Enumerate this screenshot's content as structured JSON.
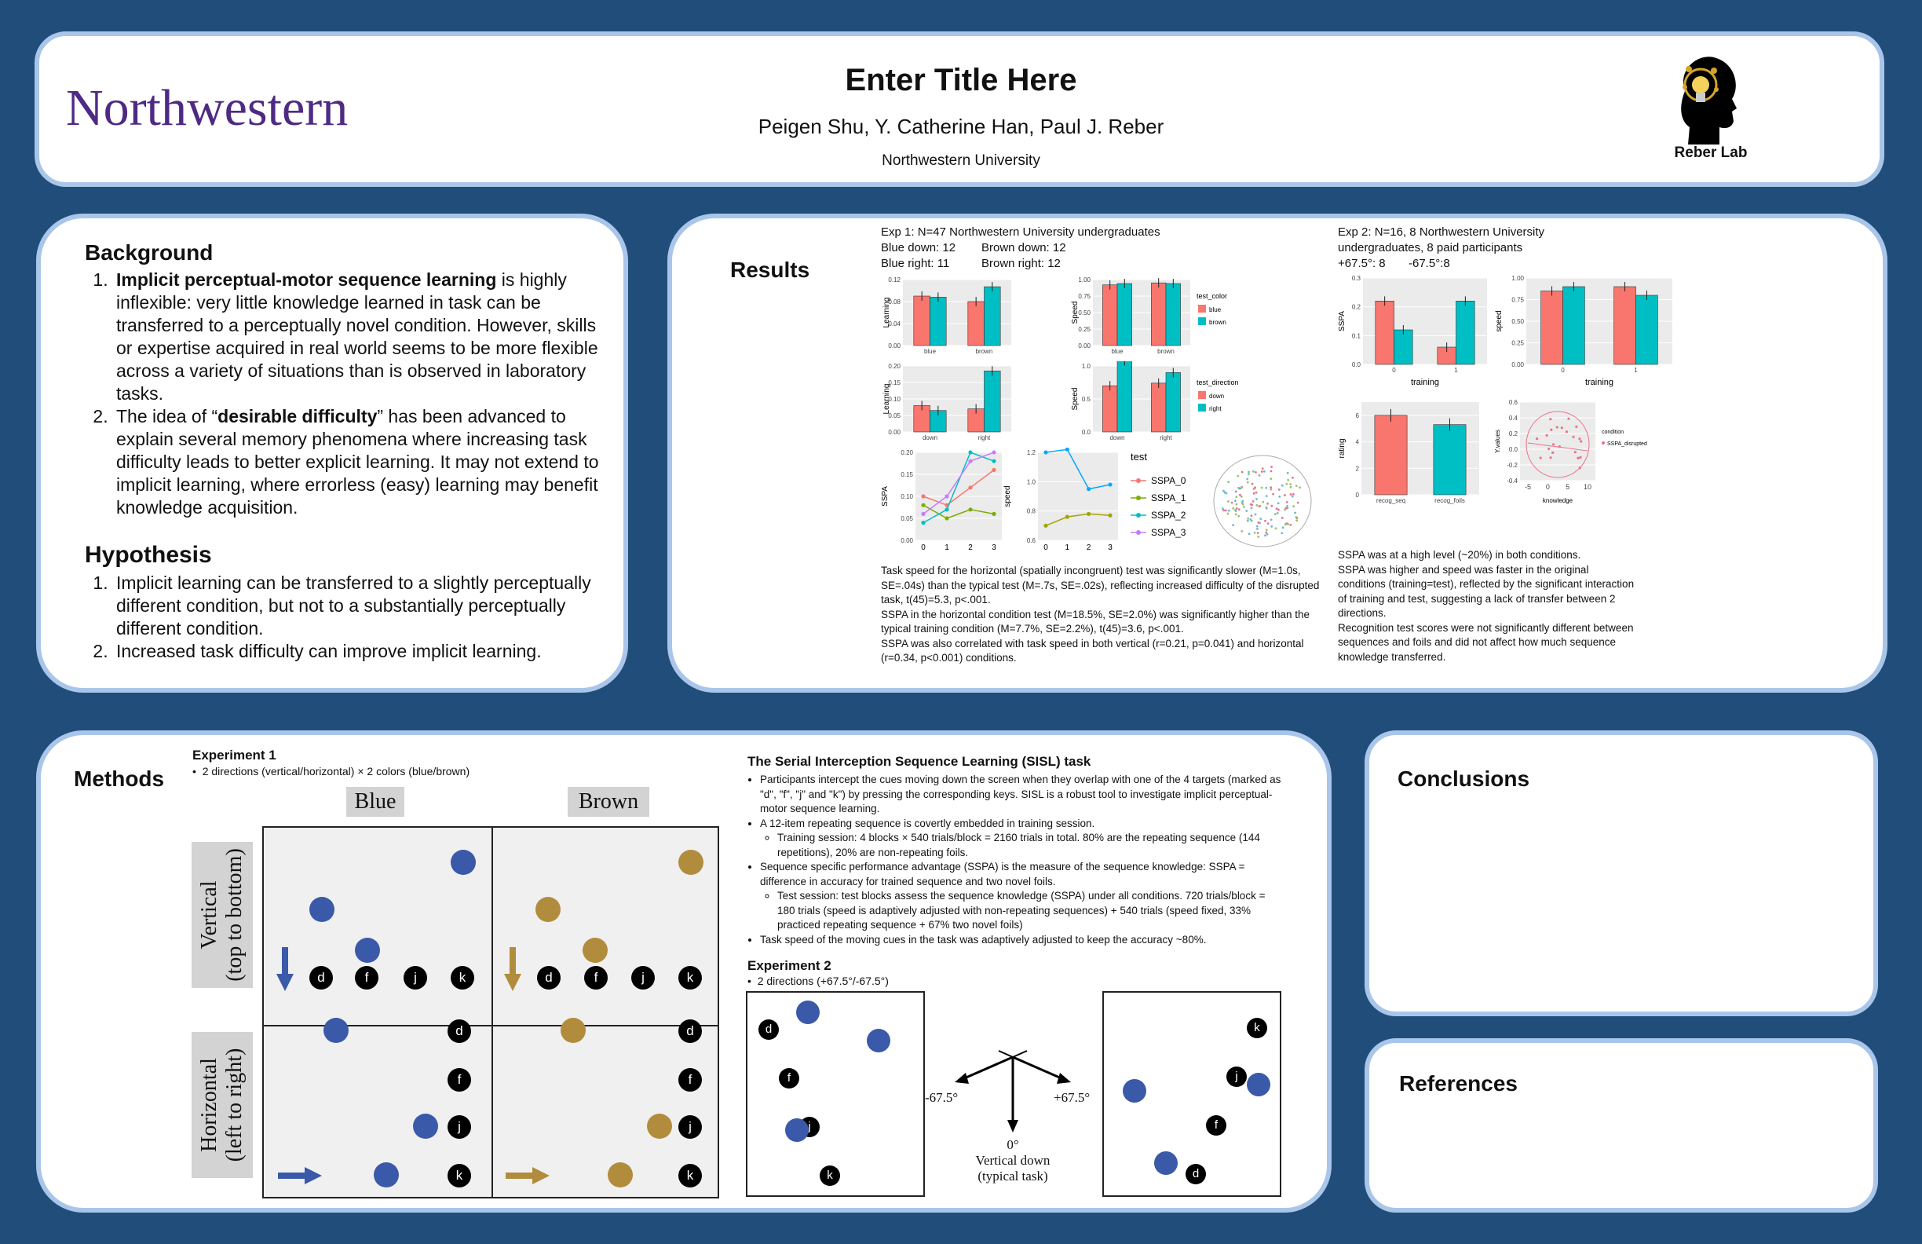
{
  "header": {
    "logo_text": "Northwestern",
    "title": "Enter Title Here",
    "authors": "Peigen Shu, Y. Catherine Han, Paul J. Reber",
    "affiliation": "Northwestern University",
    "lab_name": "Reber Lab"
  },
  "background": {
    "heading": "Background",
    "item1_bold": "Implicit perceptual-motor sequence learning",
    "item1_rest": " is highly inflexible: very little knowledge learned in task can be transferred to a perceptually novel condition. However, skills or expertise acquired in real world seems to be more flexible across a variety of situations than is observed in laboratory tasks.",
    "item2_pre": "The idea of “",
    "item2_bold": "desirable difficulty",
    "item2_rest": "” has been advanced to explain several memory phenomena where increasing task difficulty leads to better explicit learning. It may not extend to implicit learning, where errorless (easy) learning may benefit knowledge acquisition."
  },
  "hypothesis": {
    "heading": "Hypothesis",
    "items": [
      "Implicit learning can be transferred to a slightly perceptually different condition, but not to a substantially perceptually different condition.",
      "Increased task difficulty can improve implicit learning."
    ]
  },
  "results": {
    "heading": "Results",
    "exp1_info": [
      "Exp 1: N=47 Northwestern University undergraduates",
      "Blue down: 12",
      "Brown down: 12",
      "Blue right: 11",
      "Brown right: 12"
    ],
    "exp2_info": [
      "Exp 2: N=16, 8 Northwestern University",
      "undergraduates, 8 paid participants",
      "+67.5°: 8",
      "-67.5°:8"
    ],
    "exp1_text": [
      "Task speed for the horizontal (spatially incongruent) test was significantly slower (M=1.0s, SE=.04s) than the typical test (M=.7s, SE=.02s), reflecting increased difficulty of the disrupted task, t(45)=5.3, p<.001.",
      "SSPA in the horizontal condition test (M=18.5%, SE=2.0%) was significantly higher than the typical training condition (M=7.7%, SE=2.2%), t(45)=3.6, p<.001.",
      "SSPA was also correlated with task speed in both vertical (r=0.21, p=0.041) and horizontal (r=0.34, p<0.001) conditions."
    ],
    "exp2_text": [
      "SSPA was at a high level (~20%) in both conditions.",
      "SSPA was higher and speed was faster in the original conditions (training=test), reflected by the significant interaction of training and test, suggesting a lack of transfer between 2 directions.",
      "Recognition test scores were not significantly different between sequences and foils and did not affect how much sequence knowledge transferred."
    ]
  },
  "chart_data": [
    {
      "type": "bar",
      "ylabel": "Learning",
      "categories": [
        "blue",
        "brown"
      ],
      "series": [
        {
          "name": "blue",
          "values": [
            0.09,
            0.08
          ]
        },
        {
          "name": "brown",
          "values": [
            0.088,
            0.107
          ]
        }
      ],
      "ylim": [
        0,
        0.12
      ],
      "yticks": [
        "0.00",
        "0.04",
        "0.08",
        "0.12"
      ],
      "legend_title": "test_color"
    },
    {
      "type": "bar",
      "ylabel": "Speed",
      "categories": [
        "blue",
        "brown"
      ],
      "series": [
        {
          "name": "blue",
          "values": [
            0.92,
            0.95
          ]
        },
        {
          "name": "brown",
          "values": [
            0.94,
            0.94
          ]
        }
      ],
      "ylim": [
        0,
        1
      ],
      "yticks": [
        "0.00",
        "0.25",
        "0.50",
        "0.75",
        "1.00"
      ]
    },
    {
      "type": "bar",
      "ylabel": "Learning",
      "categories": [
        "down",
        "right"
      ],
      "series": [
        {
          "name": "down",
          "values": [
            0.08,
            0.07
          ]
        },
        {
          "name": "right",
          "values": [
            0.065,
            0.185
          ]
        }
      ],
      "ylim": [
        0,
        0.2
      ],
      "yticks": [
        "0.00",
        "0.05",
        "0.10",
        "0.15",
        "0.20"
      ],
      "legend_title": "test_direction"
    },
    {
      "type": "bar",
      "ylabel": "Speed",
      "categories": [
        "down",
        "right"
      ],
      "series": [
        {
          "name": "down",
          "values": [
            0.7,
            0.74
          ]
        },
        {
          "name": "right",
          "values": [
            1.08,
            0.9
          ]
        }
      ],
      "ylim": [
        0,
        1.0
      ],
      "yticks": [
        "0.0",
        "0.5",
        "1.0"
      ]
    },
    {
      "type": "line",
      "ylabel": "SSPA",
      "x": [
        0,
        1,
        2,
        3
      ],
      "series": [
        {
          "name": "SSPA_0",
          "values": [
            0.1,
            0.08,
            0.12,
            0.16
          ]
        },
        {
          "name": "SSPA_1",
          "values": [
            0.08,
            0.05,
            0.07,
            0.06
          ]
        },
        {
          "name": "SSPA_2",
          "values": [
            0.04,
            0.07,
            0.2,
            0.18
          ]
        },
        {
          "name": "SSPA_3",
          "values": [
            0.06,
            0.1,
            0.18,
            0.2
          ]
        }
      ],
      "ylim": [
        0,
        0.2
      ],
      "yticks": [
        "0.00",
        "0.05",
        "0.10",
        "0.15",
        "0.20"
      ],
      "legend_title": "test"
    },
    {
      "type": "line",
      "ylabel": "speed",
      "x": [
        0,
        1,
        2,
        3
      ],
      "series": [
        {
          "name": "SSPA_2",
          "values": [
            1.2,
            1.22,
            0.95,
            0.98
          ]
        },
        {
          "name": "SSPA_1",
          "values": [
            0.7,
            0.76,
            0.78,
            0.77
          ]
        }
      ],
      "ylim": [
        0.6,
        1.2
      ],
      "yticks": [
        "0.6",
        "0.8",
        "1.0",
        "1.2"
      ]
    },
    {
      "type": "bar",
      "ylabel": "SSPA",
      "xlabel": "training",
      "categories": [
        "0",
        "1"
      ],
      "series": [
        {
          "name": "0",
          "values": [
            0.22,
            0.06
          ]
        },
        {
          "name": "1",
          "values": [
            0.12,
            0.22
          ]
        }
      ],
      "ylim": [
        0,
        0.3
      ],
      "yticks": [
        "0.0",
        "0.1",
        "0.2",
        "0.3"
      ]
    },
    {
      "type": "bar",
      "ylabel": "speed",
      "xlabel": "training",
      "categories": [
        "0",
        "1"
      ],
      "series": [
        {
          "name": "0",
          "values": [
            0.85,
            0.9
          ]
        },
        {
          "name": "1",
          "values": [
            0.9,
            0.8
          ]
        }
      ],
      "ylim": [
        0,
        1.0
      ],
      "yticks": [
        "0.00",
        "0.25",
        "0.50",
        "0.75",
        "1.00"
      ]
    },
    {
      "type": "bar",
      "ylabel": "rating",
      "categories": [
        "recog_seq",
        "recog_foils"
      ],
      "values": [
        6.0,
        5.3
      ],
      "ylim": [
        0,
        7
      ],
      "yticks": [
        "0",
        "2",
        "4",
        "6"
      ]
    },
    {
      "type": "scatter",
      "ylabel": "Y.values",
      "xlabel": "knowledge",
      "xticks": [
        "-5",
        "0",
        "5",
        "10"
      ],
      "yticks": [
        "-0.4",
        "-0.2",
        "0.0",
        "0.2",
        "0.4",
        "0.6"
      ],
      "legend": "SSPA_disrupted",
      "legend_title": "condition"
    }
  ],
  "methods": {
    "heading": "Methods",
    "exp1_title": "Experiment 1",
    "exp1_sub": "2 directions (vertical/horizontal) × 2 colors (blue/brown)",
    "col_blue": "Blue",
    "col_brown": "Brown",
    "row_vertical": "Vertical\n(top to bottom)",
    "row_horizontal": "Horizontal\n(left to right)",
    "keys": [
      "d",
      "f",
      "j",
      "k"
    ],
    "sisl_title": "The Serial Interception Sequence Learning (SISL) task",
    "sisl_bullets": [
      "Participants intercept the cues moving down the screen when they overlap with one of the 4 targets (marked as \"d\", \"f\", \"j\" and \"k\") by pressing the corresponding keys. SISL is a robust tool to investigate implicit perceptual-motor sequence learning.",
      "A 12-item repeating sequence is covertly embedded in training session.",
      "Training session: 4 blocks × 540 trials/block = 2160 trials in total. 80% are the repeating sequence (144 repetitions), 20% are non-repeating foils.",
      "Sequence specific performance advantage (SSPA) is the measure of the sequence knowledge: SSPA = difference in accuracy for trained sequence and two novel foils.",
      "Test session: test blocks assess the sequence knowledge (SSPA) under all conditions. 720 trials/block = 180 trials (speed is adaptively adjusted with non-repeating sequences) + 540 trials (speed fixed, 33% practiced repeating sequence + 67% two novel foils)",
      "Task speed of the moving cues in the task was adaptively adjusted to keep the accuracy ~80%."
    ],
    "exp2_title": "Experiment 2",
    "exp2_sub": "2 directions (+67.5°/-67.5°)",
    "angle_neg": "-67.5°",
    "angle_pos": "+67.5°",
    "angle_zero": "0°",
    "angle_caption1": "Vertical down",
    "angle_caption2": "(typical task)"
  },
  "conclusions": {
    "heading": "Conclusions"
  },
  "references": {
    "heading": "References"
  },
  "colors": {
    "background": "#214d7a",
    "panel_border": "#a9c6ea",
    "nu_purple": "#4e2a84",
    "bar_red": "#f8766d",
    "bar_teal": "#00bfc4",
    "cue_blue": "#3a59a8",
    "cue_brown": "#b18c3d"
  }
}
